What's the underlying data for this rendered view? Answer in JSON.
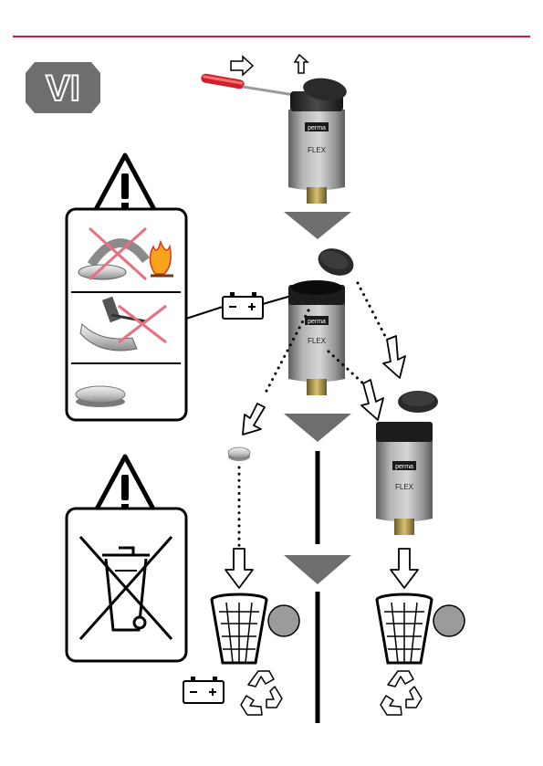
{
  "page": {
    "rule_color": "#c0213a",
    "step_badge": {
      "label": "VI",
      "color": "#6d6e70"
    }
  },
  "units": {
    "brand": "perma",
    "model": "FLEX"
  },
  "colors": {
    "arrow_down": "#6d6e70",
    "outline": "#000000",
    "screwdriver": "#d0202e",
    "body_gray": "#9a9b9c",
    "cap_dark": "#2a2a2a"
  },
  "icons": {
    "warning_top": "warning-triangle-icon",
    "warning_bottom": "warning-triangle-icon",
    "battery": "battery-icon",
    "recycle": "recycle-icon",
    "trash": "trash-bin-icon",
    "crossed_bin": "crossed-out-wheelie-bin-icon"
  }
}
